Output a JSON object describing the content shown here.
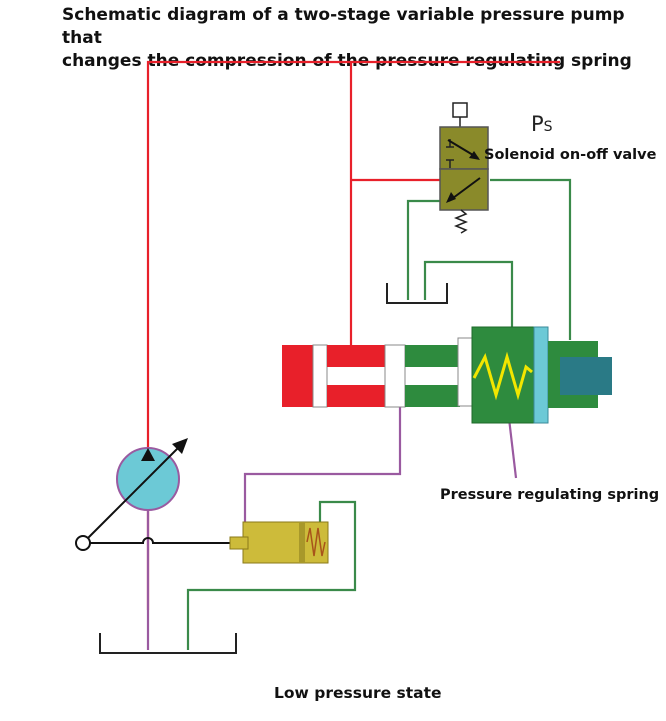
{
  "title": {
    "line1": "Schematic diagram of a two-stage variable pressure pump that",
    "line2": "changes the compression of the pressure regulating spring"
  },
  "labels": {
    "ps_main": "P",
    "ps_sub": "S",
    "solenoid_valve": "Solenoid on-off valve",
    "regulating_spring": "Pressure regulating spring",
    "state": "Low pressure state"
  },
  "colors": {
    "pressure_line": "#e8202a",
    "return_line": "#3a8a4a",
    "control_line": "#9a5aa0",
    "piston_green": "#2e8b3e",
    "piston_red": "#e8202a",
    "spring_yellow": "#f2e600",
    "pump_body": "#6cc9d6",
    "valve_body": "#8a8a2a",
    "actuator_body": "#cdbb3a",
    "end_cap": "#2a7a86"
  }
}
